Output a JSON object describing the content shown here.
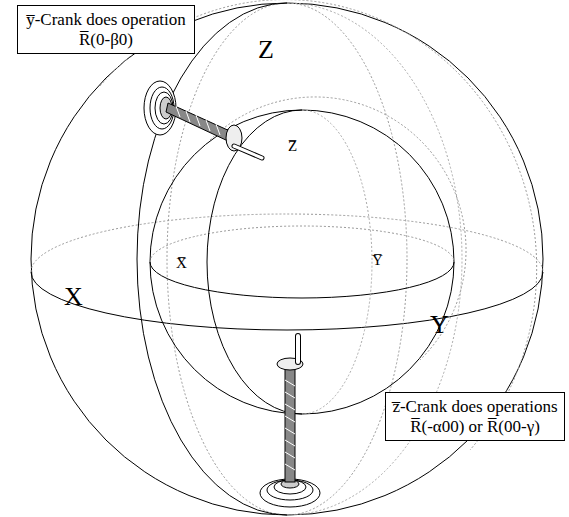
{
  "diagram": {
    "nodes": [
      {
        "text": [
          "y̅-Crank does operation R̅(0-β0)"
        ]
      },
      {
        "text": [
          "z̅-Crank does operations R̅(-α00) or R̅(00-γ)"
        ]
      }
    ],
    "labels": [
      "Z",
      "X",
      "Y",
      "Z̅",
      "X̅",
      "Y̅"
    ]
  }
}
